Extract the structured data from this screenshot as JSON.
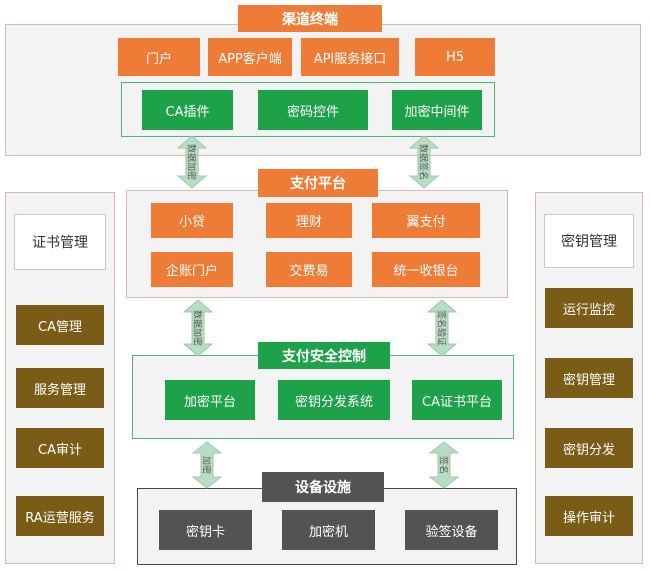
{
  "channel": {
    "title": "渠道终端",
    "items": [
      "门户",
      "APP客户端",
      "API服务接口",
      "H5"
    ],
    "security": [
      "CA插件",
      "密码控件",
      "加密中间件"
    ]
  },
  "payment": {
    "title": "支付平台",
    "items": [
      "小贷",
      "理财",
      "翼支付",
      "企账门户",
      "交费易",
      "统一收银台"
    ]
  },
  "security_control": {
    "title": "支付安全控制",
    "items": [
      "加密平台",
      "密钥分发系统",
      "CA证书平台"
    ]
  },
  "devices": {
    "title": "设备设施",
    "items": [
      "密钥卡",
      "加密机",
      "验签设备"
    ]
  },
  "left_panel": {
    "header": "证书管理",
    "items": [
      "CA管理",
      "服务管理",
      "CA审计",
      "RA运营服务"
    ]
  },
  "right_panel": {
    "header": "密钥管理",
    "items": [
      "运行监控",
      "密钥管理",
      "密钥分发",
      "操作审计"
    ]
  },
  "arrows": {
    "a1": "数据加密",
    "a2": "数据签名",
    "a3": "数据加密",
    "a4": "签名验证",
    "a5": "加密",
    "a6": "签名"
  },
  "colors": {
    "orange": "#ee7b36",
    "green": "#1da24a",
    "olive": "#7a5c16",
    "gray": "#535353",
    "arrow": "#b9ddc3"
  }
}
